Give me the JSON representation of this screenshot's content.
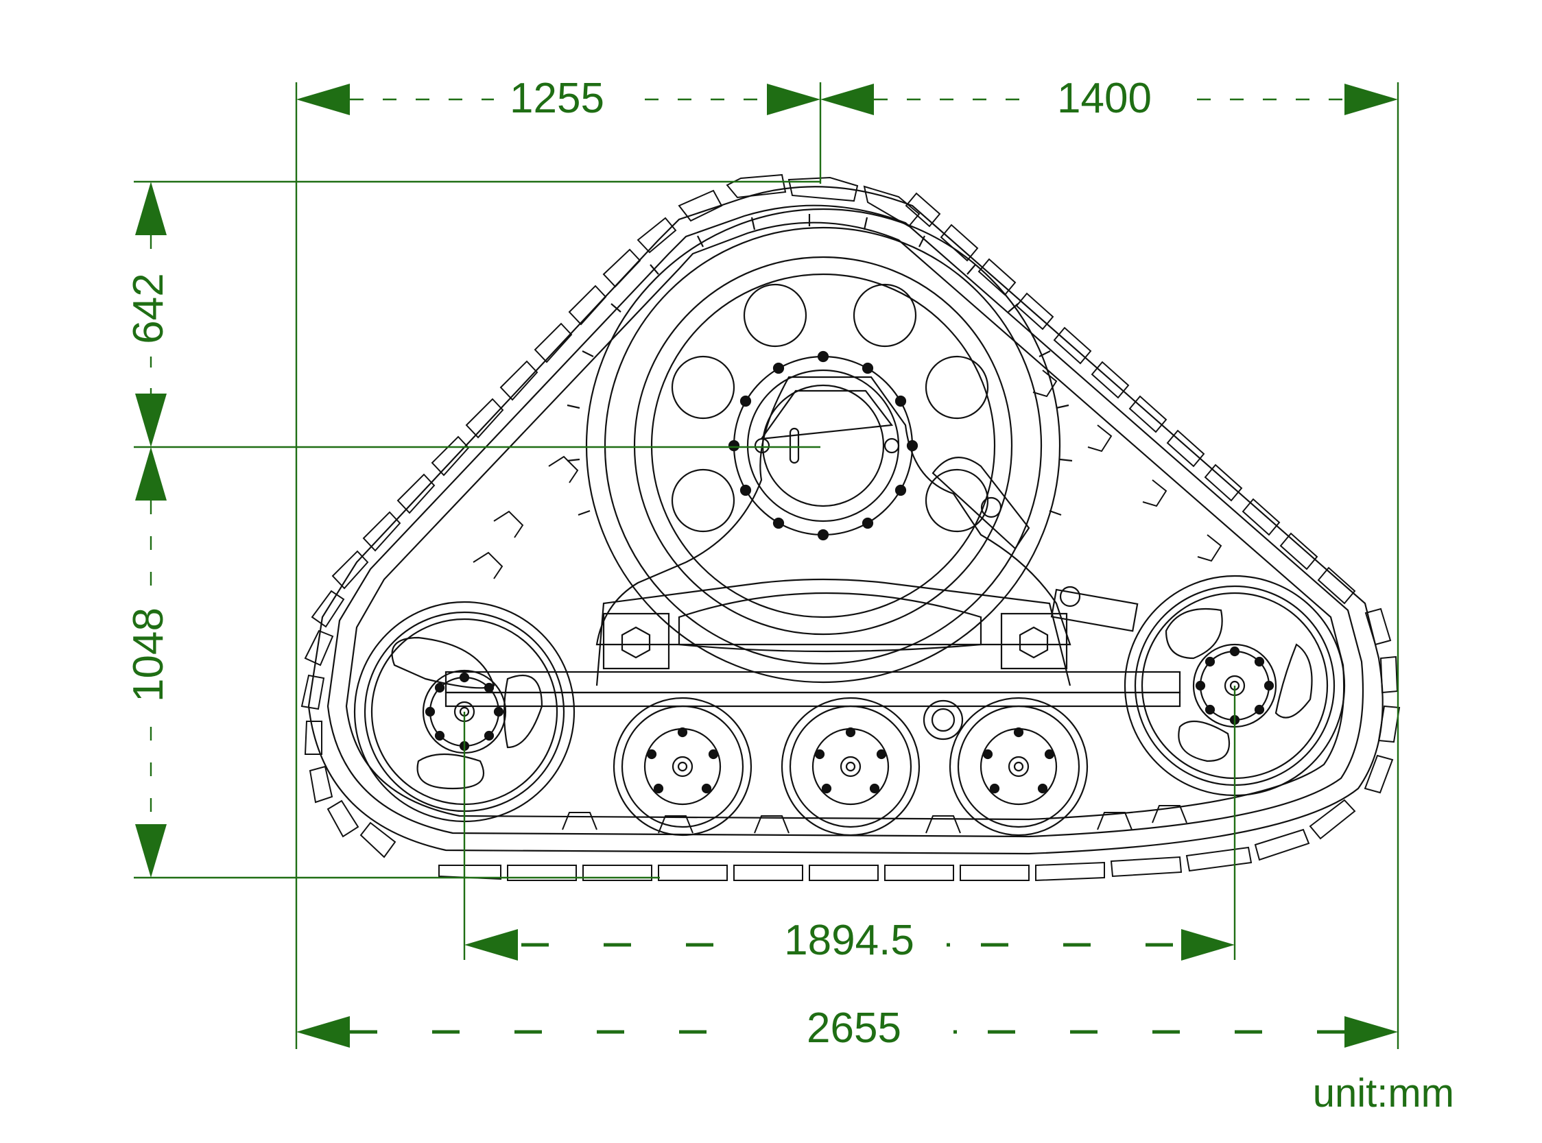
{
  "colors": {
    "dimension": "#1f6e14",
    "line": "#111111",
    "background": "#ffffff"
  },
  "dimensions": {
    "top_left": "1255",
    "top_right": "1400",
    "vertical_upper": "642",
    "vertical_lower": "1048",
    "wheelbase": "1894.5",
    "overall_length": "2655"
  },
  "unit_label": "unit:mm"
}
